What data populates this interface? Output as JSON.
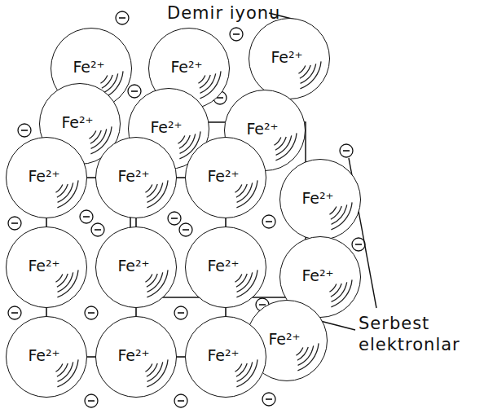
{
  "diagram": {
    "nodes": [
      {
        "text": [
          "Fe²⁺"
        ]
      },
      {
        "text": [
          "Fe²⁺"
        ]
      },
      {
        "text": [
          "Fe²⁺"
        ]
      },
      {
        "text": [
          "Fe²⁺"
        ]
      },
      {
        "text": [
          "Fe²⁺"
        ]
      },
      {
        "text": [
          "Fe²⁺"
        ]
      },
      {
        "text": [
          "Fe²⁺"
        ]
      },
      {
        "text": [
          "Fe²⁺"
        ]
      },
      {
        "text": [
          "Fe²⁺"
        ]
      },
      {
        "text": [
          "Fe²⁺"
        ]
      },
      {
        "text": [
          "Fe²⁺"
        ]
      },
      {
        "text": [
          "Fe²⁺"
        ]
      },
      {
        "text": [
          "Fe²⁺"
        ]
      },
      {
        "text": [
          "Fe²⁺"
        ]
      },
      {
        "text": [
          "Fe²⁺"
        ]
      },
      {
        "text": [
          "Fe²⁺"
        ]
      },
      {
        "text": [
          "Fe²⁺"
        ]
      },
      {
        "text": [
          "Fe²⁺"
        ]
      }
    ],
    "edges": [
      {
        "from": 9,
        "to": 10,
        "arrow": "none"
      },
      {
        "from": 10,
        "to": 11,
        "arrow": "none"
      },
      {
        "from": 15,
        "to": 16,
        "arrow": "none"
      },
      {
        "from": 16,
        "to": 17,
        "arrow": "none"
      },
      {
        "from": 9,
        "to": 12,
        "arrow": "none"
      },
      {
        "from": 12,
        "to": 15,
        "arrow": "none"
      },
      {
        "from": 10,
        "to": 13,
        "arrow": "none"
      },
      {
        "from": 13,
        "to": 16,
        "arrow": "none"
      },
      {
        "from": 11,
        "to": 14,
        "arrow": "none"
      },
      {
        "from": 14,
        "to": 17,
        "arrow": "none"
      }
    ],
    "labels": [
      "Demir iyonu",
      "Serbest elektronlar"
    ]
  }
}
